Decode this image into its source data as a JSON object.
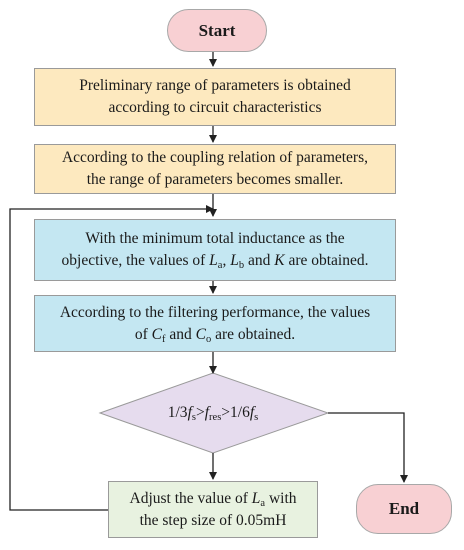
{
  "start": "Start",
  "end": "End",
  "step1": {
    "line1": "Preliminary range of parameters is obtained",
    "line2": "according to circuit characteristics"
  },
  "step2": {
    "line1": "According to the coupling relation of parameters,",
    "line2": "the range of parameters becomes smaller."
  },
  "step3": {
    "line1": "With the minimum total inductance as the",
    "line2_prefix": "objective, the values of ",
    "sym_L": "L",
    "sub_a": "a",
    "comma": ", ",
    "sub_b": "b",
    "and": " and ",
    "sym_K": "K",
    "line2_suffix": " are obtained."
  },
  "step4": {
    "line1": "According to the filtering performance, the values",
    "of": "of ",
    "sym_C": "C",
    "sub_f": "f",
    "and": " and ",
    "sub_o": "o",
    "suffix": " are obtained."
  },
  "decision": {
    "left": "1/3",
    "sym_f": "f",
    "sub_s": "s",
    "gt": ">",
    "sub_res": "res",
    "right": "1/6"
  },
  "adjust": {
    "prefix": "Adjust the value of ",
    "sym_L": "L",
    "sub_a": "a",
    "suffix": " with",
    "line2": "the step size of 0.05mH"
  },
  "colors": {
    "terminal": "#f8d0d3",
    "yellow": "#fde9bf",
    "blue": "#c4e7f2",
    "green": "#e8f2e0",
    "diamond": "#e6dcee"
  }
}
